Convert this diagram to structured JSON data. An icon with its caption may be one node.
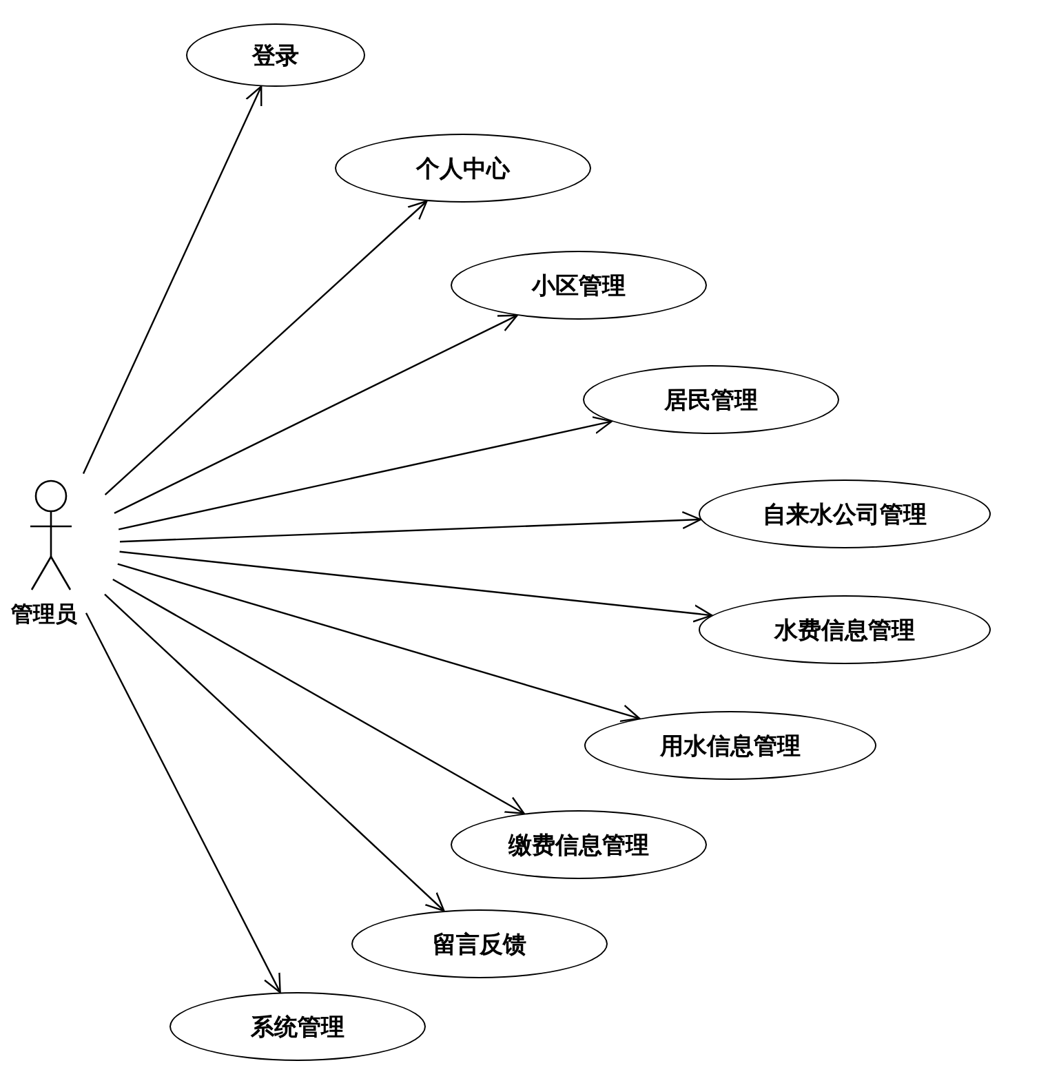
{
  "diagram": {
    "nodes": [
      {
        "text": [
          "管理员"
        ]
      },
      {
        "text": [
          "登录"
        ]
      },
      {
        "text": [
          "个人中心"
        ]
      },
      {
        "text": [
          "小区管理"
        ]
      },
      {
        "text": [
          "居民管理"
        ]
      },
      {
        "text": [
          "自来水公司管理"
        ]
      },
      {
        "text": [
          "水费信息管理"
        ]
      },
      {
        "text": [
          "用水信息管理"
        ]
      },
      {
        "text": [
          "缴费信息管理"
        ]
      },
      {
        "text": [
          "留言反馈"
        ]
      },
      {
        "text": [
          "系统管理"
        ]
      }
    ],
    "edges": [
      {
        "from": 0,
        "to": 1,
        "arrow": "to"
      },
      {
        "from": 0,
        "to": 2,
        "arrow": "to"
      },
      {
        "from": 0,
        "to": 3,
        "arrow": "to"
      },
      {
        "from": 0,
        "to": 4,
        "arrow": "to"
      },
      {
        "from": 0,
        "to": 5,
        "arrow": "to"
      },
      {
        "from": 0,
        "to": 6,
        "arrow": "to"
      },
      {
        "from": 0,
        "to": 7,
        "arrow": "to"
      },
      {
        "from": 0,
        "to": 8,
        "arrow": "to"
      },
      {
        "from": 0,
        "to": 9,
        "arrow": "to"
      },
      {
        "from": 0,
        "to": 10,
        "arrow": "to"
      }
    ]
  }
}
